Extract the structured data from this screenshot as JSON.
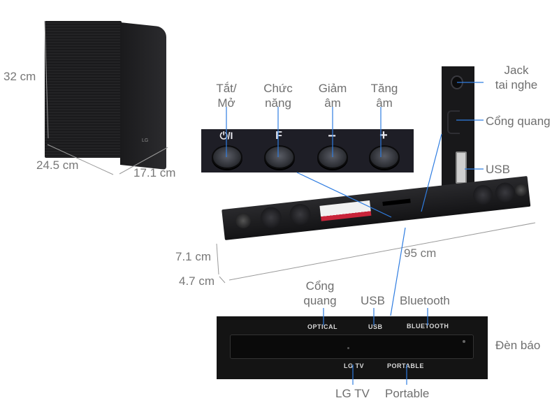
{
  "subwoofer": {
    "height": "32 cm",
    "width": "24.5 cm",
    "depth": "17.1 cm",
    "logo": "LG"
  },
  "top_panel": {
    "buttons": [
      {
        "label_line1": "Tắt/",
        "label_line2": "Mở",
        "symbol": "⏻/I"
      },
      {
        "label_line1": "Chức",
        "label_line2": "năng",
        "symbol": "F"
      },
      {
        "label_line1": "Giảm",
        "label_line2": "âm",
        "symbol": "−"
      },
      {
        "label_line1": "Tăng",
        "label_line2": "âm",
        "symbol": "+"
      }
    ]
  },
  "side_panel": {
    "ports": [
      {
        "label_line1": "Jack",
        "label_line2": "tai nghe"
      },
      {
        "label": "Cổng quang"
      },
      {
        "label": "USB"
      }
    ]
  },
  "soundbar": {
    "length": "95 cm",
    "height": "7.1 cm",
    "depth": "4.7 cm"
  },
  "indicator_panel": {
    "top_markings": [
      "OPTICAL",
      "USB",
      "BLUETOOTH"
    ],
    "bottom_markings": {
      "lgtv": "LG TV",
      "portable": "PORTABLE"
    },
    "callouts": {
      "optical_line1": "Cổng",
      "optical_line2": "quang",
      "usb": "USB",
      "bluetooth": "Bluetooth",
      "indicator": "Đèn báo",
      "lgtv": "LG TV",
      "portable": "Portable"
    }
  },
  "colors": {
    "callout_line": "#2f7de1",
    "dimension_line": "#9a9a9a",
    "device_body": "#1c1c1f",
    "label_text": "#6f6f6f"
  }
}
